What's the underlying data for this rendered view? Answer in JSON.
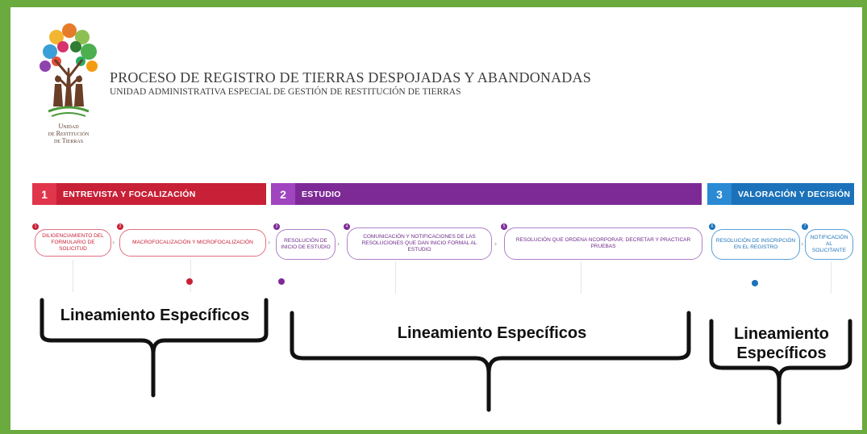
{
  "logo": {
    "line1": "Unidad",
    "line2": "de Restitución",
    "line3": "de Tierras"
  },
  "header": {
    "title": "PROCESO DE REGISTRO DE TIERRAS DESPOJADAS Y ABANDONADAS",
    "subtitle": "UNIDAD ADMINISTRATIVA ESPECIAL DE GESTIÓN DE RESTITUCIÓN DE TIERRAS"
  },
  "phases": [
    {
      "number": "1",
      "name": "ENTREVISTA Y FOCALIZACIÓN",
      "color": "#c82036"
    },
    {
      "number": "2",
      "name": "ESTUDIO",
      "color": "#7d2a97"
    },
    {
      "number": "3",
      "name": "VALORACIÓN Y DECISIÓN",
      "color": "#1b72ba"
    }
  ],
  "steps": [
    {
      "number": "1",
      "label": "DILIGENCIAMIENTO DEL FORMULARIO DE SOLICITUD"
    },
    {
      "number": "2",
      "label": "MACROFOCALIZACIÓN Y MICROFOCALIZACIÓN"
    },
    {
      "number": "3",
      "label": "RESOLUCIÓN DE INICIO DE ESTUDIO"
    },
    {
      "number": "4",
      "label": "COMUNICACIÓN Y NOTIFICACIONES DE LAS RESOLUCIONES QUE DAN INICIO FORMAL AL ESTUDIO"
    },
    {
      "number": "5",
      "label": "RESOLUCIÓN QUE ORDENA NCORPORAR, DECRETAR Y PRACTICAR PRUEBAS"
    },
    {
      "number": "6",
      "label": "RESOLUCIÓN DE INSCRIPCIÓN EN EL REGISTRO"
    },
    {
      "number": "7",
      "label": "NOTIFICACIÓN AL SOLICITANTE"
    }
  ],
  "brace_labels": [
    {
      "line1": "Lineamiento Específicos"
    },
    {
      "line1": "Lineamiento Específicos"
    },
    {
      "line1": "Lineamiento",
      "line2": "Específicos"
    }
  ],
  "colors": {
    "frame": "#6aaa3e",
    "red": "#c82036",
    "purple": "#7d2a97",
    "blue": "#1b72ba"
  }
}
